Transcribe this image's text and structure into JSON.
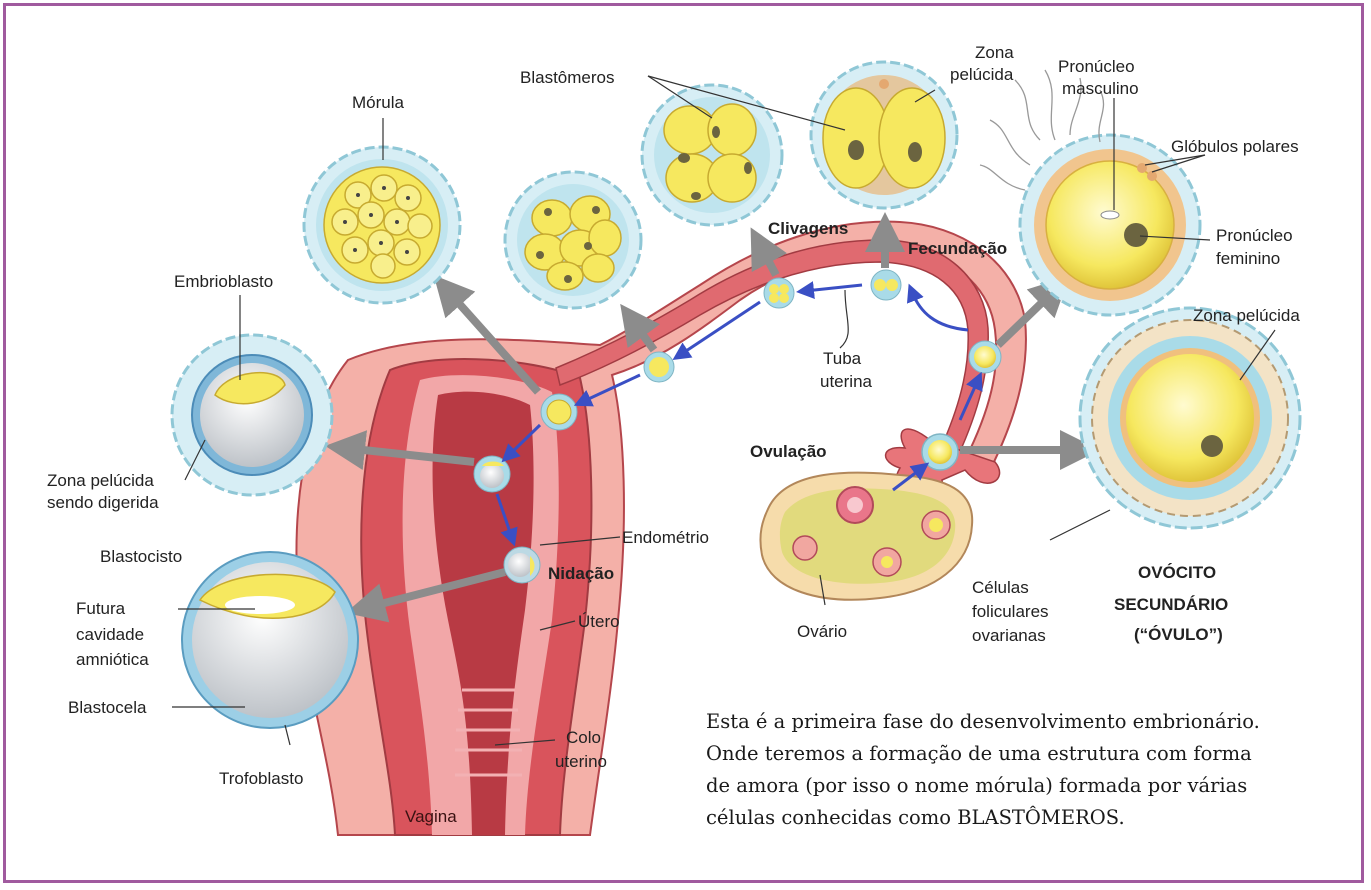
{
  "labels": {
    "morula": "Mórula",
    "blastomeros": "Blastômeros",
    "zona_pelucida_top": [
      "Zona",
      "pelúcida"
    ],
    "pronucleo_masculino": [
      "Pronúcleo",
      "masculino"
    ],
    "globulos_polares": "Glóbulos polares",
    "pronucleo_feminino": [
      "Pronúcleo",
      "feminino"
    ],
    "clivagens": "Clivagens",
    "fecundacao": "Fecundação",
    "embrioblasto": "Embrioblasto",
    "tuba_uterina": [
      "Tuba",
      "uterina"
    ],
    "zona_pelucida_right": "Zona pelúcida",
    "zona_digerida": [
      "Zona pelúcida",
      "sendo digerida"
    ],
    "ovulacao": "Ovulação",
    "blastocisto": "Blastocisto",
    "endometrio": "Endométrio",
    "nidacao": "Nidação",
    "futura_cavidade": [
      "Futura",
      "cavidade",
      "amniótica"
    ],
    "utero": "Útero",
    "ovario": "Ovário",
    "celulas_foliculares": [
      "Células",
      "foliculares",
      "ovarianas"
    ],
    "ovocito": [
      "OVÓCITO",
      "SECUNDÁRIO",
      "(“ÓVULO”)"
    ],
    "blastocela": "Blastocela",
    "colo_uterino": [
      "Colo",
      "uterino"
    ],
    "trofoblasto": "Trofoblasto",
    "vagina": "Vagina"
  },
  "caption": {
    "lines": [
      "Esta é a primeira fase do desenvolvimento embrionário.",
      "Onde teremos a formação de uma estrutura com forma",
      "de amora (por isso o nome mórula) formada por várias",
      "células conhecidas como BLASTÔMEROS."
    ]
  },
  "colors": {
    "border": "#a05a9e",
    "uterus": "#d9545c",
    "endometrium": "#f2a7a8",
    "cell_yellow": "#f5e664",
    "zona_blue": "#a9dbe8",
    "arrow_gray": "#8c8c8c",
    "arrow_blue": "#3a4fc4"
  }
}
